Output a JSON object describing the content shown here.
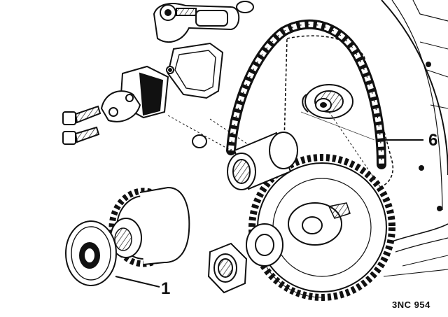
{
  "callouts": {
    "chain": "6",
    "washer": "1"
  },
  "figure_code": "3NC 954",
  "colors": {
    "ink": "#111111",
    "paper": "#ffffff",
    "shade": "#d9d9d9"
  }
}
